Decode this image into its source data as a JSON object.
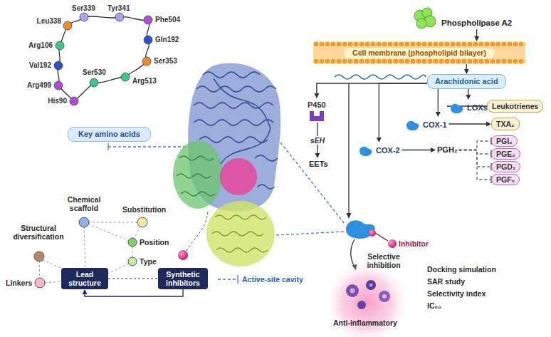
{
  "diagram": {
    "nodes": [
      {
        "text": [
          "Key amino acids"
        ]
      },
      {
        "text": [
          "Lead structure"
        ]
      },
      {
        "text": [
          "Synthetic inhibitors"
        ]
      },
      {
        "text": [
          "Phospholipase A2"
        ]
      },
      {
        "text": [
          "Cell membrane (phospholipid bilayer)"
        ]
      },
      {
        "text": [
          "Arachidonic acid"
        ]
      },
      {
        "text": [
          "P450"
        ]
      },
      {
        "text": [
          "EETs"
        ]
      },
      {
        "text": [
          "LOXs"
        ]
      },
      {
        "text": [
          "Leukotrienes"
        ]
      },
      {
        "text": [
          "COX-1"
        ]
      },
      {
        "text": [
          "TXA₂"
        ]
      },
      {
        "text": [
          "COX-2"
        ]
      },
      {
        "text": [
          "PGH₂"
        ]
      },
      {
        "text": [
          "PGI₂"
        ]
      },
      {
        "text": [
          "PGE₂"
        ]
      },
      {
        "text": [
          "PGD₂"
        ]
      },
      {
        "text": [
          "PGF₂"
        ]
      }
    ],
    "edges": [
      {
        "from": 2,
        "to": 1,
        "arrow": "to"
      },
      {
        "from": 1,
        "to": 2,
        "arrow": "none"
      },
      {
        "from": 3,
        "to": 4,
        "arrow": "to"
      },
      {
        "from": 4,
        "to": 5,
        "arrow": "to"
      },
      {
        "from": 5,
        "to": 6,
        "arrow": "to"
      },
      {
        "from": 5,
        "to": 12,
        "arrow": "to"
      },
      {
        "from": 5,
        "to": 10,
        "arrow": "to"
      },
      {
        "from": 5,
        "to": 8,
        "arrow": "to"
      },
      {
        "from": 6,
        "to": 7,
        "label": "sEH",
        "arrow": "to"
      },
      {
        "from": 8,
        "to": 9,
        "arrow": "to"
      },
      {
        "from": 10,
        "to": 11,
        "arrow": "to"
      },
      {
        "from": 12,
        "to": 13,
        "arrow": "to"
      },
      {
        "from": 13,
        "to": 14,
        "arrow": "to"
      },
      {
        "from": 13,
        "to": 15,
        "arrow": "to"
      },
      {
        "from": 13,
        "to": 16,
        "arrow": "to"
      },
      {
        "from": 13,
        "to": 17,
        "arrow": "to"
      }
    ],
    "labels": [
      "Ser339",
      "Tyr341",
      "Leu338",
      "Phe504",
      "Gln192",
      "Arg106",
      "Ser353",
      "Val192",
      "Arg513",
      "Arg499",
      "Ser530",
      "His90",
      "Structural diversification",
      "Chemical scaffold",
      "Substitution",
      "Position",
      "Linkers",
      "Type",
      "Active-site cavity",
      "Inhibitor",
      "Selective inhibition",
      "Anti-inflammatory",
      "Docking simulation",
      "SAR study",
      "Selectivity index",
      "IC₅₀"
    ]
  }
}
